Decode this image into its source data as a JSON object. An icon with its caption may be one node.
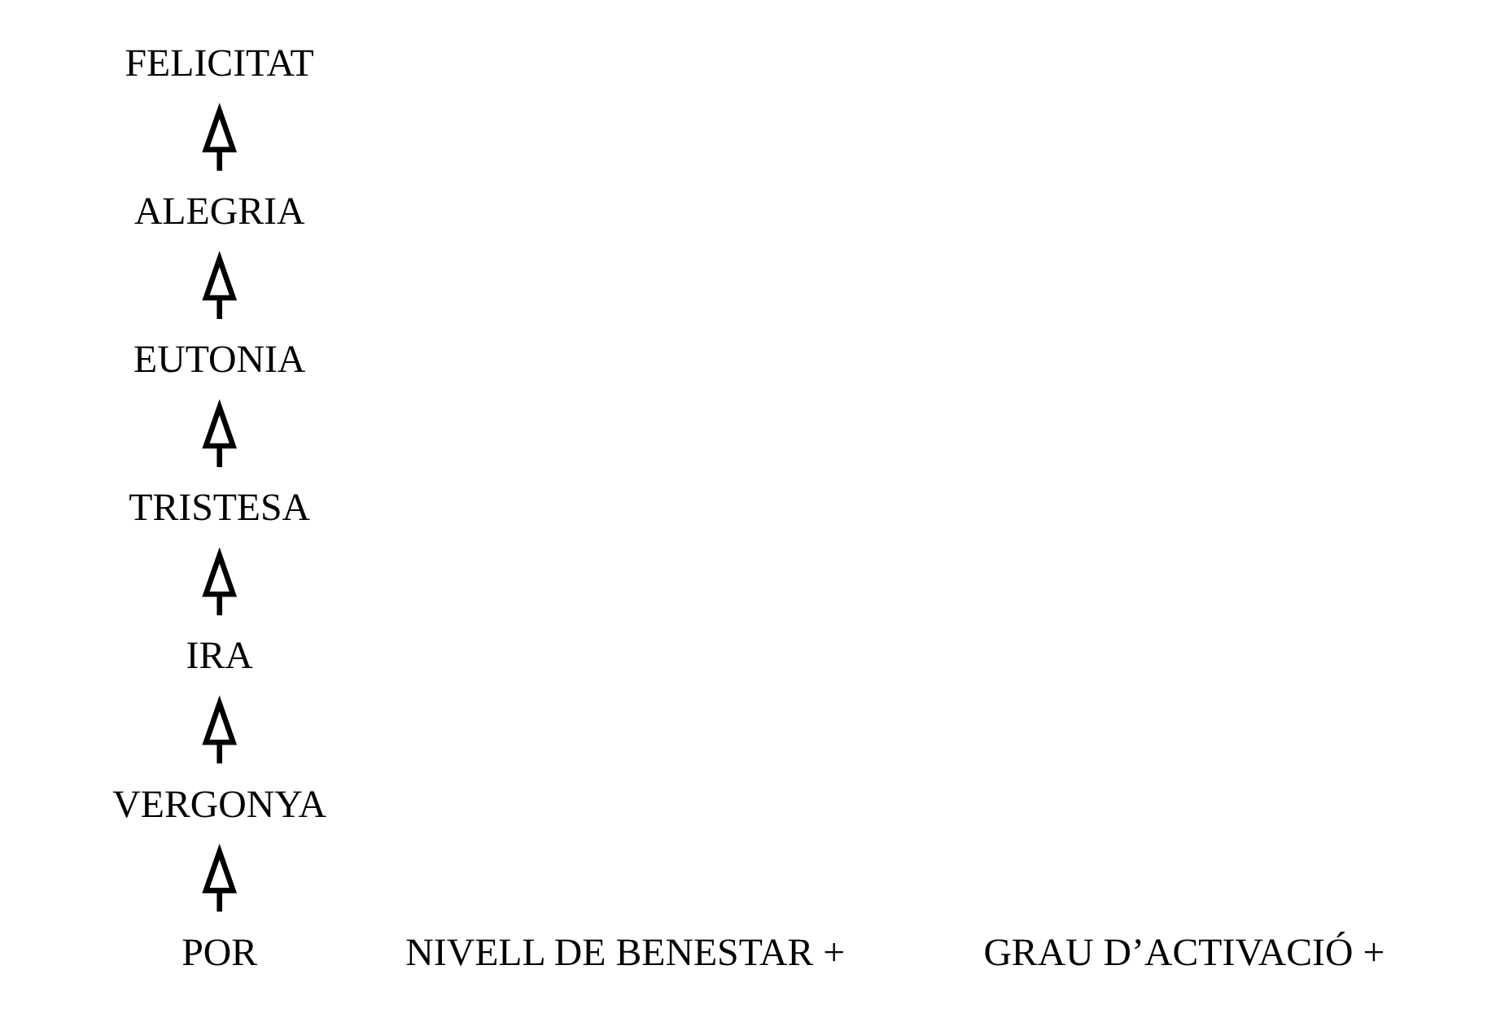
{
  "diagram": {
    "nodes": [
      {
        "text": [
          "FELICITAT"
        ]
      },
      {
        "text": [
          "ALEGRIA"
        ]
      },
      {
        "text": [
          "EUTONIA"
        ]
      },
      {
        "text": [
          "TRISTESA"
        ]
      },
      {
        "text": [
          "IRA"
        ]
      },
      {
        "text": [
          "VERGONYA"
        ]
      },
      {
        "text": [
          "POR"
        ]
      }
    ],
    "edges": [
      {
        "from": 6,
        "to": 5,
        "arrow": "to"
      },
      {
        "from": 5,
        "to": 4,
        "arrow": "to"
      },
      {
        "from": 4,
        "to": 3,
        "arrow": "to"
      },
      {
        "from": 3,
        "to": 2,
        "arrow": "to"
      },
      {
        "from": 2,
        "to": 1,
        "arrow": "to"
      },
      {
        "from": 1,
        "to": 0,
        "arrow": "to"
      }
    ],
    "labels": [
      "NIVELL DE BENESTAR +",
      "GRAU D’ACTIVACIÓ +"
    ]
  }
}
